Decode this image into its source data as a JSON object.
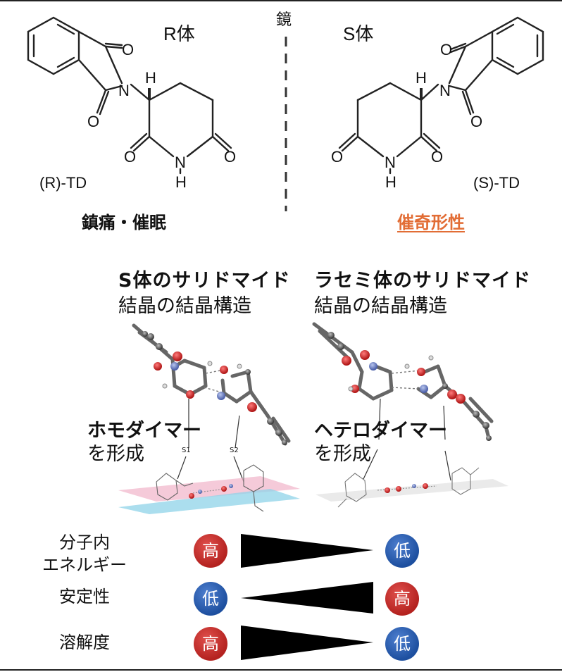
{
  "top_labels": {
    "mirror": "鏡",
    "r_form": "R体",
    "s_form": "S体",
    "r_name": "(R)-TD",
    "s_name": "(S)-TD",
    "r_effect": "鎮痛・催眠",
    "s_effect": "催奇形性"
  },
  "atoms": {
    "oxygen": "O",
    "nitrogen": "N",
    "hydrogen": "H"
  },
  "crystal": {
    "left_title": "S体のサリドマイド",
    "left_sub": "結晶の結晶構造",
    "right_title": "ラセミ体のサリドマイド",
    "right_sub": "結晶の結晶構造",
    "left_dimer": "ホモダイマー",
    "left_dimer_sub": "を形成",
    "right_dimer": "ヘテロダイマー",
    "right_dimer_sub": "を形成",
    "left_tags": [
      "S1",
      "S2"
    ]
  },
  "comparison": {
    "rows": [
      {
        "label_lines": [
          "分子内",
          "エネルギー"
        ],
        "left": "高",
        "right": "低",
        "direction": "decreasing"
      },
      {
        "label_lines": [
          "安定性"
        ],
        "left": "低",
        "right": "高",
        "direction": "increasing"
      },
      {
        "label_lines": [
          "溶解度"
        ],
        "left": "高",
        "right": "低",
        "direction": "decreasing"
      }
    ]
  },
  "colors": {
    "high_badge": "#c1302c",
    "low_badge": "#2b5eb0",
    "s_effect": "#e26d35",
    "plane_blue": "#8fd3e8",
    "plane_pink": "#f2b8cc"
  }
}
